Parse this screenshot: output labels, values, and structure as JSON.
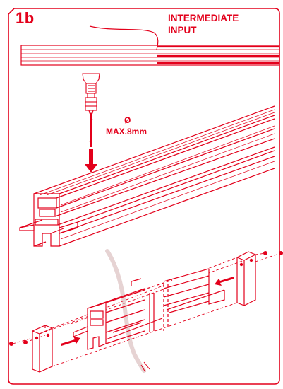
{
  "step": {
    "label": "1b",
    "title_line1": "INTERMEDIATE",
    "title_line2": "INPUT"
  },
  "drill_note": {
    "diameter_symbol": "Ø",
    "max_label": "MAX.8mm"
  },
  "colors": {
    "accent": "#e3001b",
    "cable_grey": "#e6d3d3",
    "background": "#ffffff"
  }
}
